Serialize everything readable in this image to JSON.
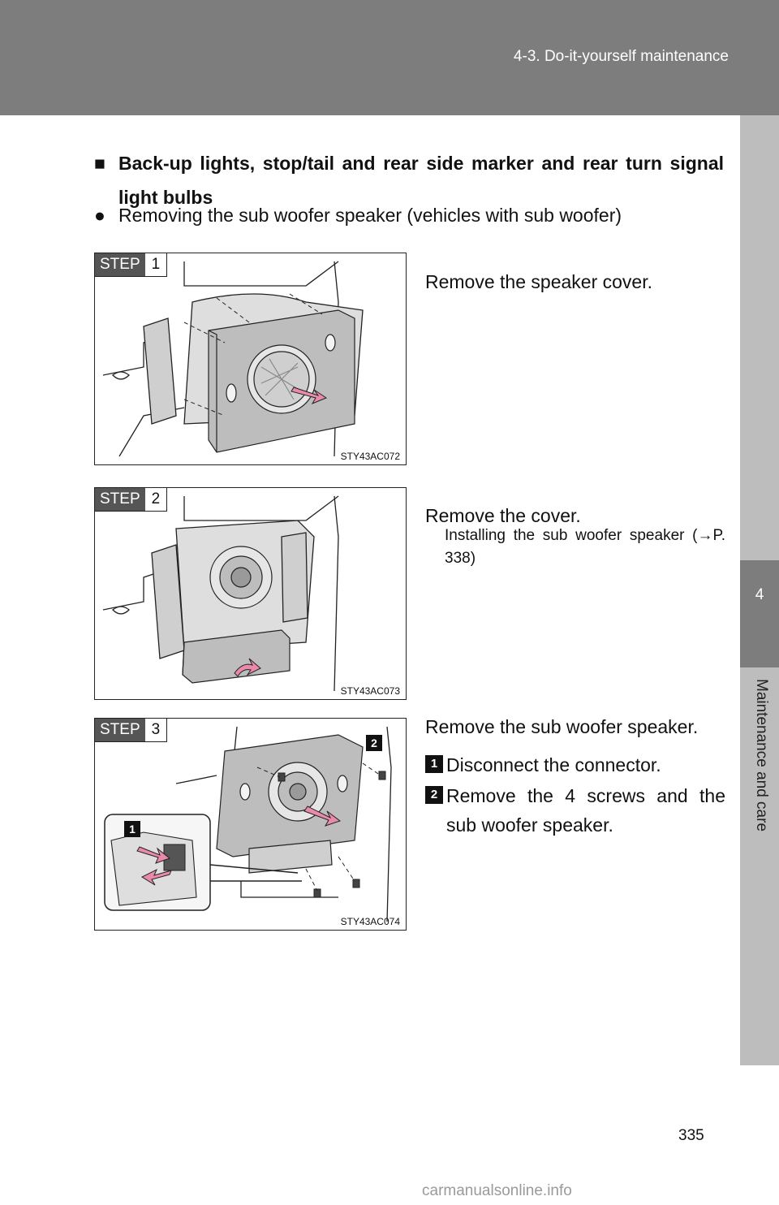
{
  "header": {
    "title": "4-3. Do-it-yourself maintenance"
  },
  "side_tab": {
    "number": "4",
    "label": "Maintenance and care"
  },
  "section": {
    "mark": "■",
    "heading": "Back-up lights, stop/tail and rear side marker and rear turn signal light bulbs"
  },
  "subsection": {
    "mark": "●",
    "text": "Removing the sub woofer speaker (vehicles with sub woofer)"
  },
  "steps": [
    {
      "badge_label": "STEP",
      "badge_num": "1",
      "figure_code": "STY43AC072",
      "instruction": "Remove the speaker cover."
    },
    {
      "badge_label": "STEP",
      "badge_num": "2",
      "figure_code": "STY43AC073",
      "instruction": "Remove the cover.",
      "note": "Installing the sub woofer speaker (→P. 338)"
    },
    {
      "badge_label": "STEP",
      "badge_num": "3",
      "figure_code": "STY43AC074",
      "instruction": "Remove the sub woofer speaker.",
      "callouts": [
        "1",
        "2"
      ],
      "substeps": [
        {
          "num": "1",
          "text": "Disconnect the connector."
        },
        {
          "num": "2",
          "text": "Remove the 4 screws and the sub woofer speaker."
        }
      ]
    }
  ],
  "page_number": "335",
  "watermark": "carmanualsonline.info"
}
